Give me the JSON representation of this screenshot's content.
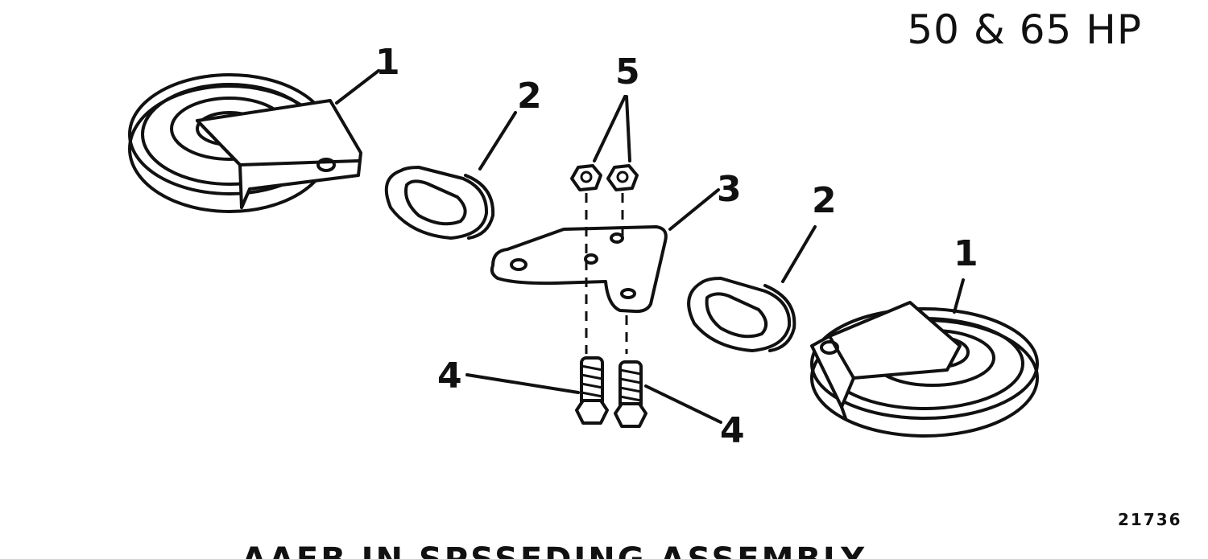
{
  "heading": "50 & 65 HP",
  "figure_number": "21736",
  "caption": "AAFB IN SPSSEDING ASSEMBLY",
  "callouts": {
    "pulley_left": "1",
    "pulley_right": "1",
    "clip_left": "2",
    "clip_right": "2",
    "bracket": "3",
    "screw_left": "4",
    "screw_right": "4",
    "nuts": "5"
  },
  "icons": [
    "pulley-icon",
    "clip-icon",
    "bracket-icon",
    "nut-icon",
    "screw-icon"
  ]
}
